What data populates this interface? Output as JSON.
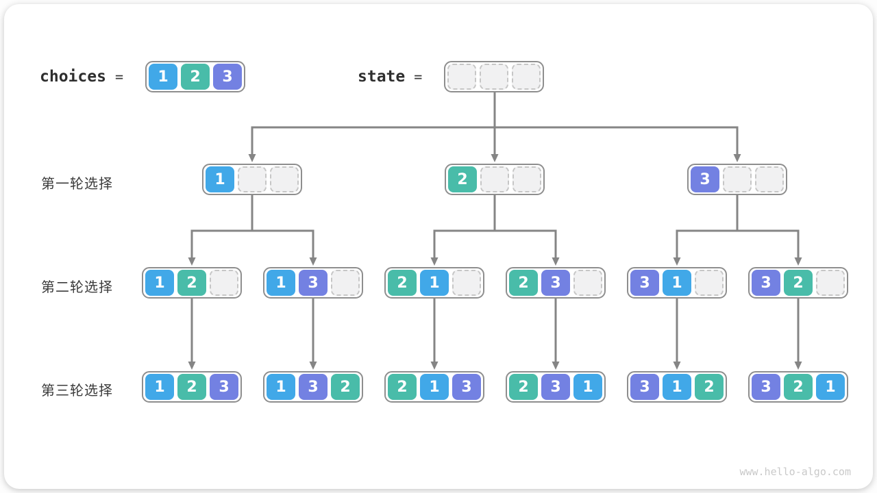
{
  "colors": {
    "c1": "#41a8e8",
    "c2": "#49bca9",
    "c3": "#7381e2",
    "line": "#858585",
    "text": "#3b3b3b",
    "empty-fill": "#f1f1f2",
    "empty-border": "#c6c6c6",
    "box-border": "#8e8e8e",
    "watermark": "#c9c9c9"
  },
  "header": {
    "choices_label": "choices",
    "equals": "=",
    "state_label": "state",
    "choices_cells": [
      "1",
      "2",
      "3"
    ],
    "state_cells": [
      "",
      "",
      ""
    ]
  },
  "rows": [
    {
      "label": "第一轮选择",
      "boxes": [
        [
          "1",
          "",
          ""
        ],
        [
          "2",
          "",
          ""
        ],
        [
          "3",
          "",
          ""
        ]
      ]
    },
    {
      "label": "第二轮选择",
      "boxes": [
        [
          "1",
          "2",
          ""
        ],
        [
          "1",
          "3",
          ""
        ],
        [
          "2",
          "1",
          ""
        ],
        [
          "2",
          "3",
          ""
        ],
        [
          "3",
          "1",
          ""
        ],
        [
          "3",
          "2",
          ""
        ]
      ]
    },
    {
      "label": "第三轮选择",
      "boxes": [
        [
          "1",
          "2",
          "3"
        ],
        [
          "1",
          "3",
          "2"
        ],
        [
          "2",
          "1",
          "3"
        ],
        [
          "2",
          "3",
          "1"
        ],
        [
          "3",
          "1",
          "2"
        ],
        [
          "3",
          "2",
          "1"
        ]
      ]
    }
  ],
  "watermark": "www.hello-algo.com"
}
